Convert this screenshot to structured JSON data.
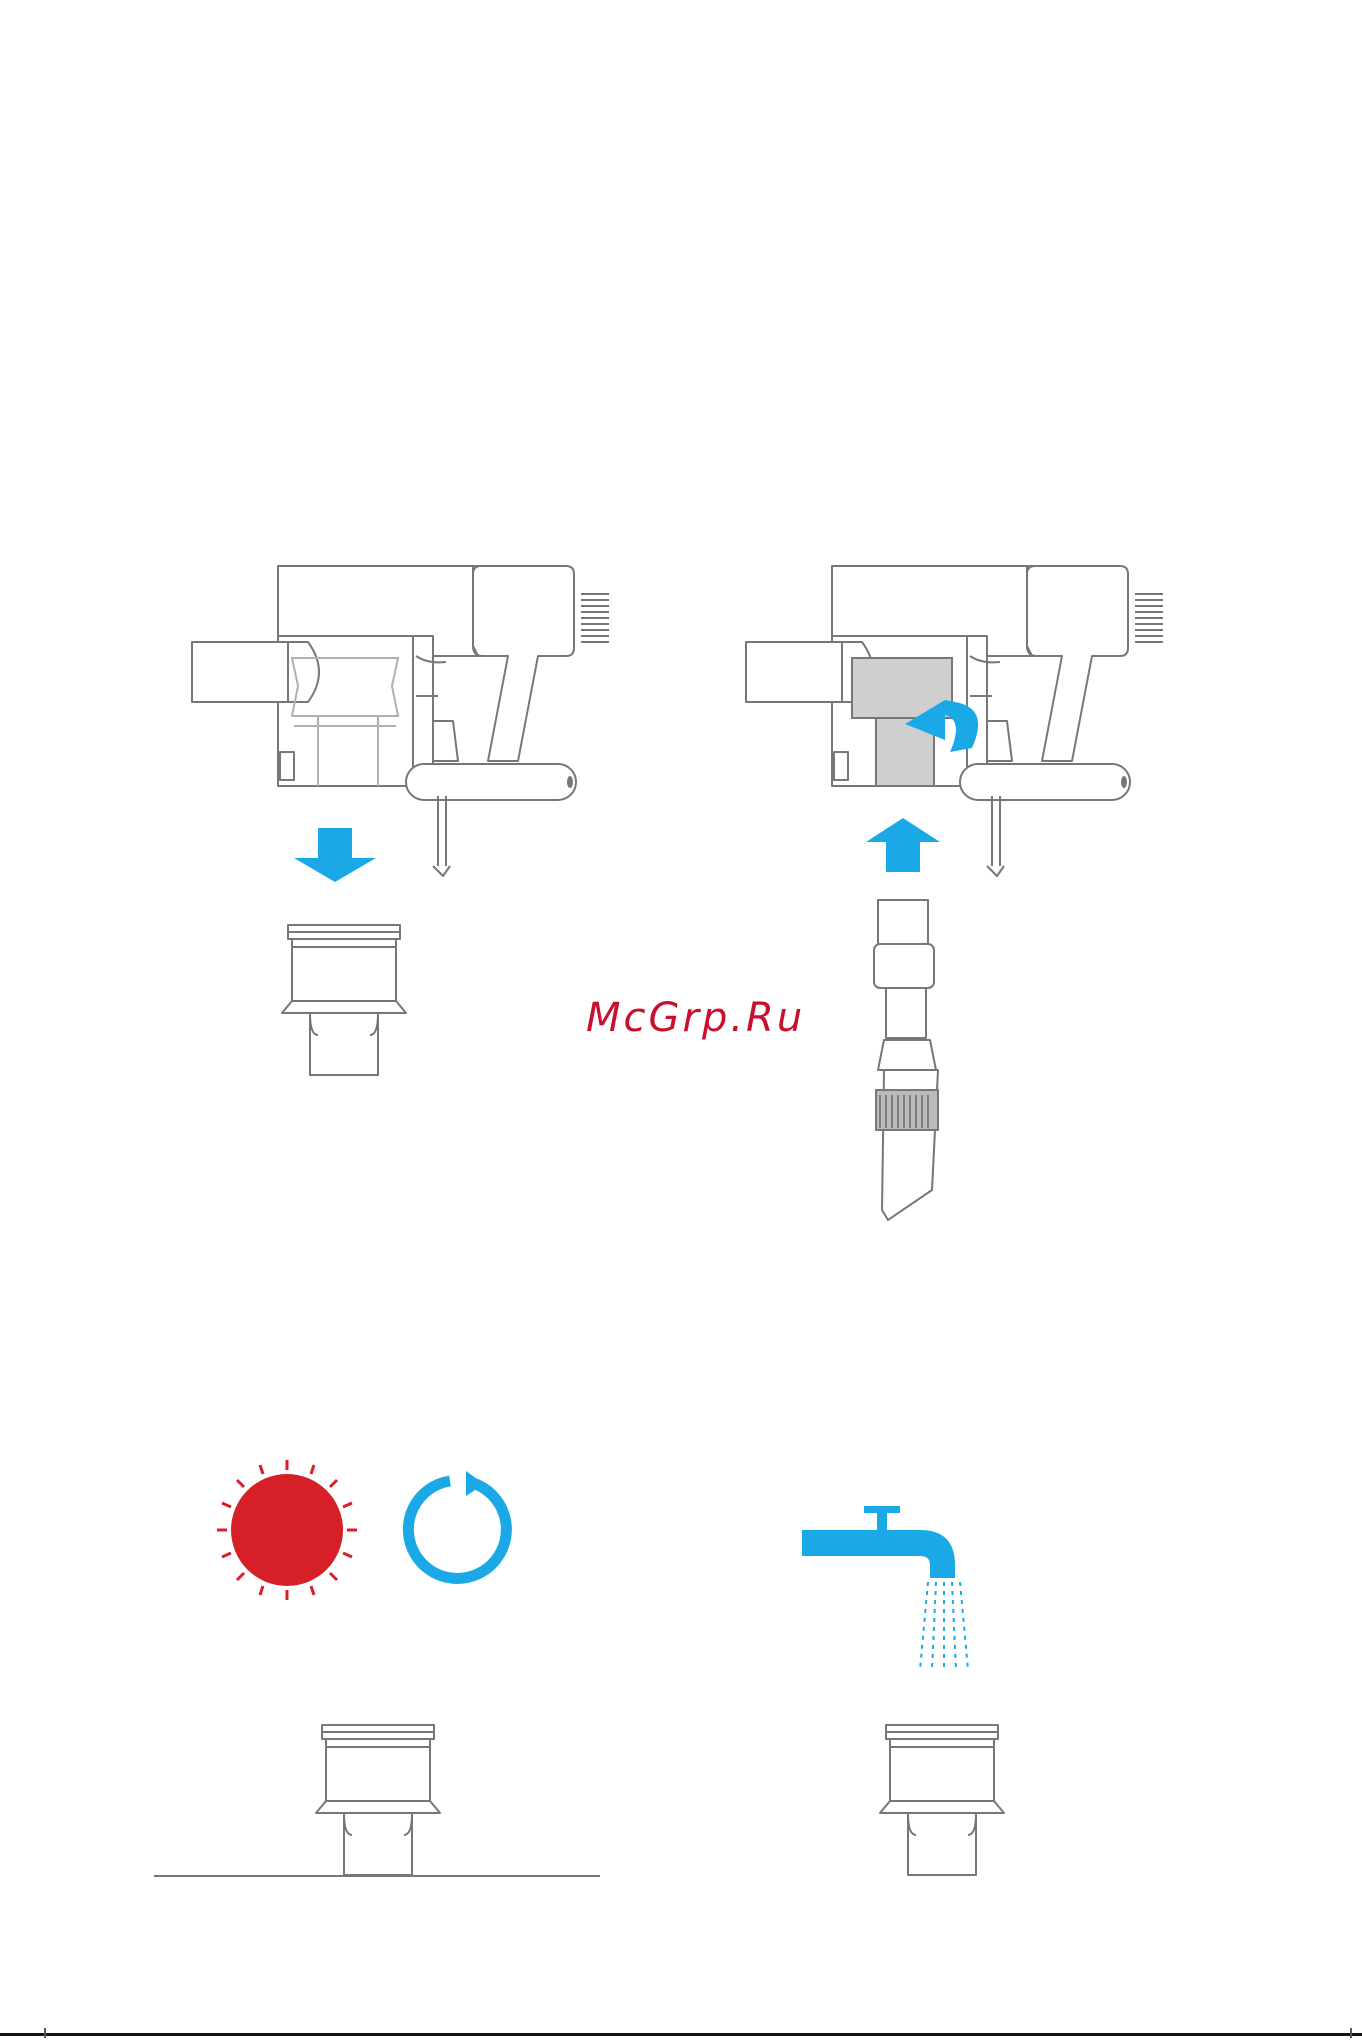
{
  "watermark": {
    "text": "McGrp.Ru"
  },
  "colors": {
    "line": "#777777",
    "line_light": "#b0b0b0",
    "accent_blue": "#1aa9e6",
    "sun_red": "#d71f27",
    "filter_gray": "#cfcfcf"
  },
  "figures": [
    {
      "name": "remove-filter-step",
      "icon": "arrow-down-icon"
    },
    {
      "name": "install-filter-step",
      "icons": [
        "arrow-up-icon",
        "rotate-arrow-icon"
      ]
    },
    {
      "name": "dry-in-sun-step",
      "icons": [
        "sun-icon",
        "refresh-cycle-icon"
      ]
    },
    {
      "name": "rinse-with-water-step",
      "icon": "water-tap-icon"
    }
  ]
}
